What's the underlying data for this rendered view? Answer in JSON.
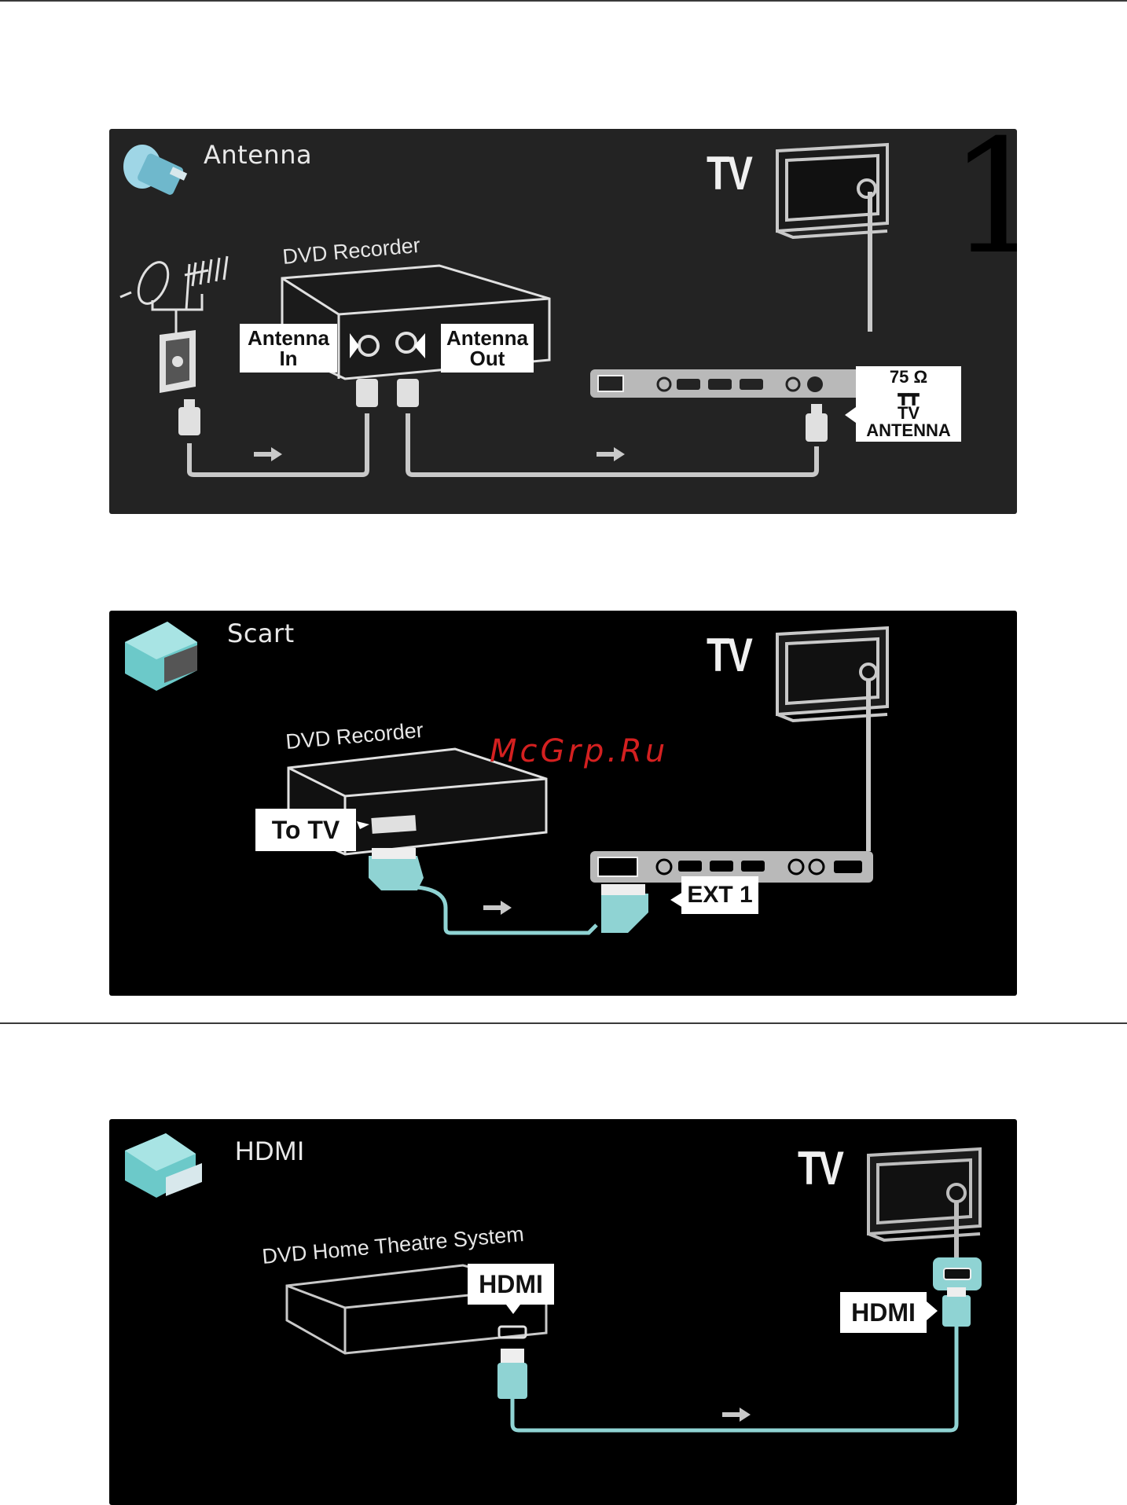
{
  "watermark": "McGrp.Ru",
  "colors": {
    "panel_bg_top": "#232323",
    "panel_bg": "#000000",
    "line": "#c9c9c9",
    "cable_teal": "#8fd3d3",
    "accent_red": "#d42020"
  },
  "panel_antenna": {
    "title": "Antenna",
    "icon": "antenna-plug-icon",
    "page_number": "1",
    "tv_label": "TV",
    "device_label": "DVD Recorder",
    "antenna_in": [
      "Antenna",
      "In"
    ],
    "antenna_out": [
      "Antenna",
      "Out"
    ],
    "tv_antenna_ohm": "75 Ω",
    "tv_antenna_label": "TV ANTENNA"
  },
  "panel_scart": {
    "title": "Scart",
    "icon": "scart-plug-icon",
    "tv_label": "TV",
    "device_label": "DVD Recorder",
    "to_tv": "To TV",
    "ext": "EXT 1"
  },
  "panel_hdmi": {
    "title": "HDMI",
    "icon": "hdmi-plug-icon",
    "tv_label": "TV",
    "device_label": "DVD Home Theatre System",
    "device_port": "HDMI",
    "tv_port": "HDMI"
  }
}
